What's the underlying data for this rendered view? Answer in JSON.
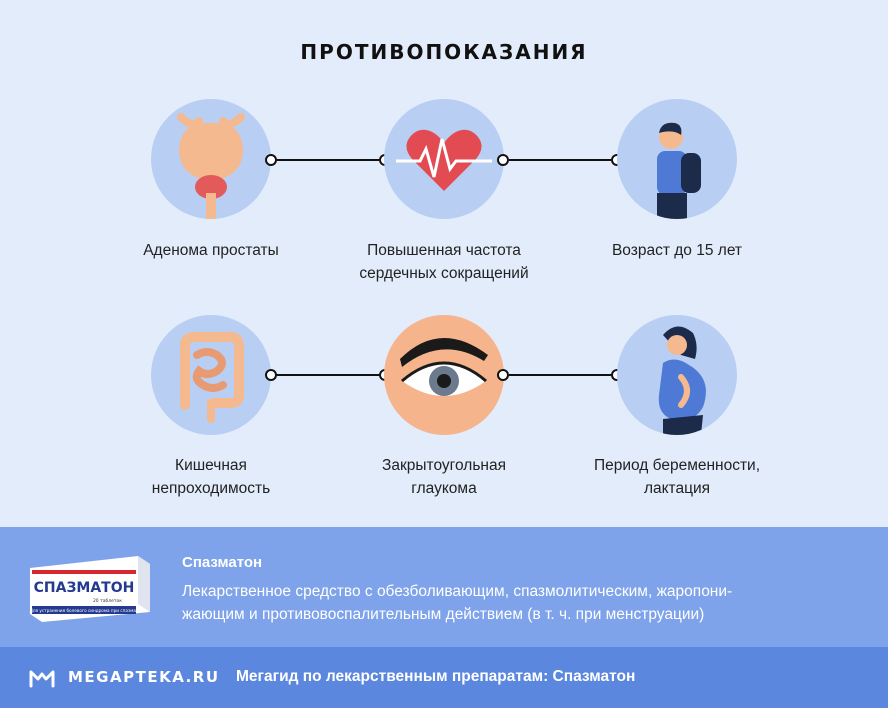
{
  "title": "ПРОТИВОПОКАЗАНИЯ",
  "contraindications": [
    {
      "label": "Аденома простаты",
      "icon": "prostate-icon"
    },
    {
      "label": "Повышенная частота\nсердечных сокращений",
      "icon": "heart-rate-icon"
    },
    {
      "label": "Возраст до 15 лет",
      "icon": "teen-boy-icon"
    },
    {
      "label": "Кишечная\nнепроходимость",
      "icon": "intestine-icon"
    },
    {
      "label": "Закрытоугольная\nглаукома",
      "icon": "eye-icon"
    },
    {
      "label": "Период беременности,\nлактация",
      "icon": "pregnant-woman-icon"
    }
  ],
  "drug": {
    "name": "Спазматон",
    "description": "Лекарственное средство с обезболивающим, спазмолитическим, жаропони-\nжающим и противовоспалительным действием (в т. ч. при менструации)",
    "pack_label": "СПАЗМАТОН",
    "pack_count": "20 таблеток",
    "pack_subtitle": "Для устранения болевого синдрома при спазмах"
  },
  "footer": {
    "logo": "MEGAPTEKA.RU",
    "text": "Мегагид по лекарственным препаратам: Спазматон"
  },
  "colors": {
    "background": "#e3ecfb",
    "circle_blue": "#b8cff3",
    "circle_peach": "#f6b48c",
    "band": "#7ea3ea",
    "footer": "#5b87df"
  }
}
